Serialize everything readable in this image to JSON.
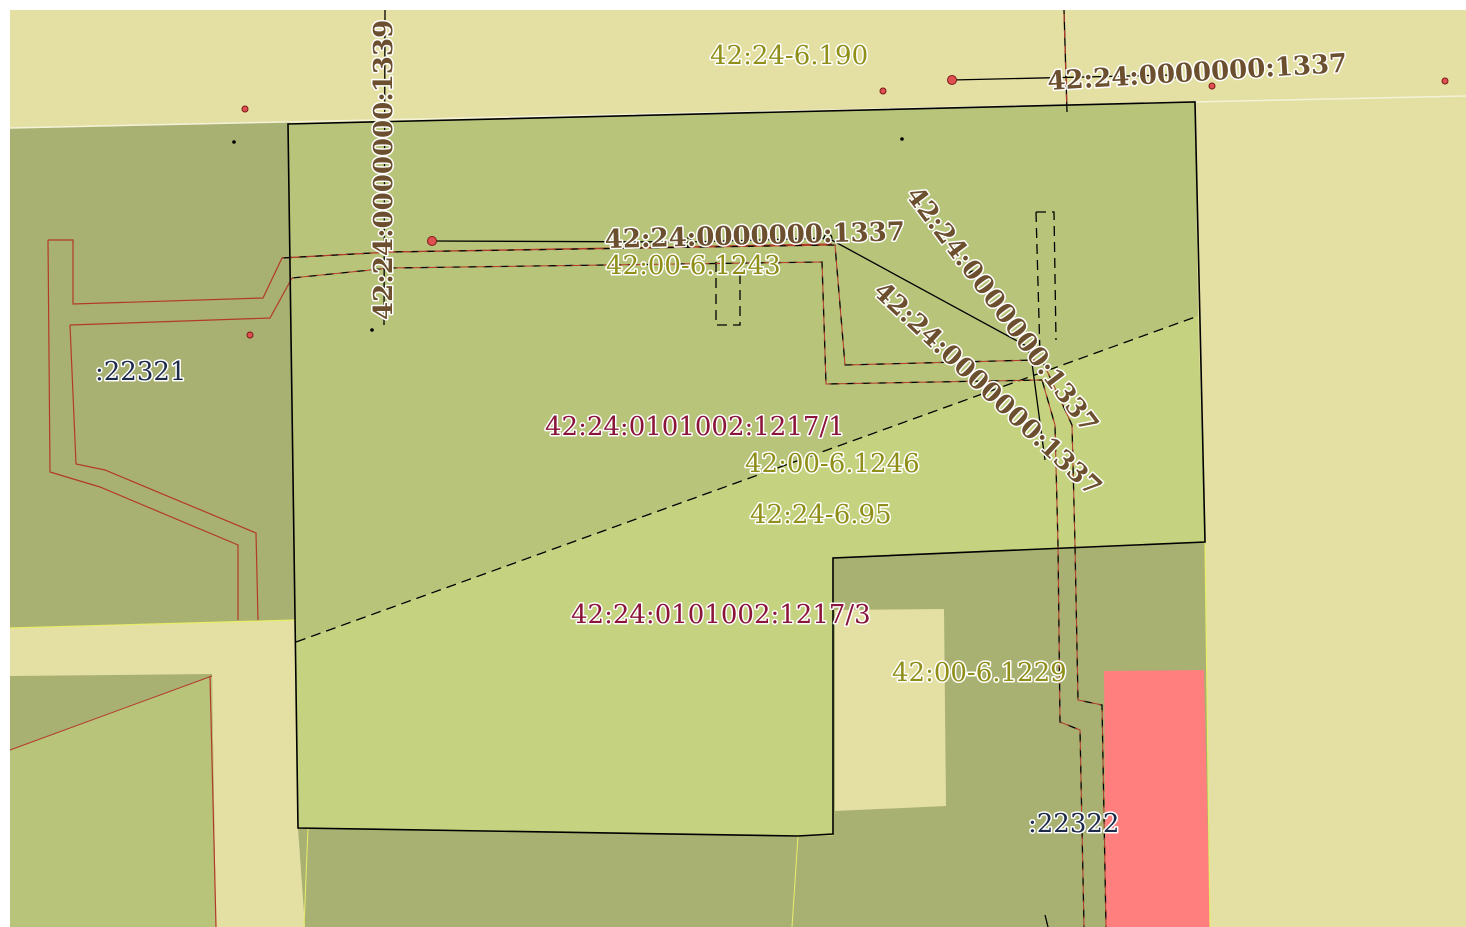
{
  "map": {
    "colors": {
      "background": "#e4dfa2",
      "dark_parcel": "#a9b172",
      "mid_parcel": "#b9c47b",
      "light_parcel": "#c5d280",
      "highlight_parcel": "#ff7f7f",
      "boundary": "#b23a2a",
      "outline": "#000000",
      "parcel_label": "#8a1538",
      "zone_label": "#8f8f1a",
      "line_label": "#6b4f2e"
    },
    "labels": {
      "zone_top": "42:24-6.190",
      "line_top": "42:24:0000000:1337",
      "line_vertical": "42:24:0000000:1339",
      "line_mid": "42:24:0000000:1337",
      "zone_1243": "42:00-6.1243",
      "line_diag1": "42:24:0000000:1337",
      "line_diag2": "42:24:0000000:1337",
      "parcel_num_left": ":22321",
      "parcel_1": "42:24:0101002:1217/1",
      "zone_1246": "42:00-6.1246",
      "zone_95": "42:24-6.95",
      "parcel_3": "42:24:0101002:1217/3",
      "zone_1229": "42:00-6.1229",
      "parcel_num_right": ":22322"
    }
  }
}
